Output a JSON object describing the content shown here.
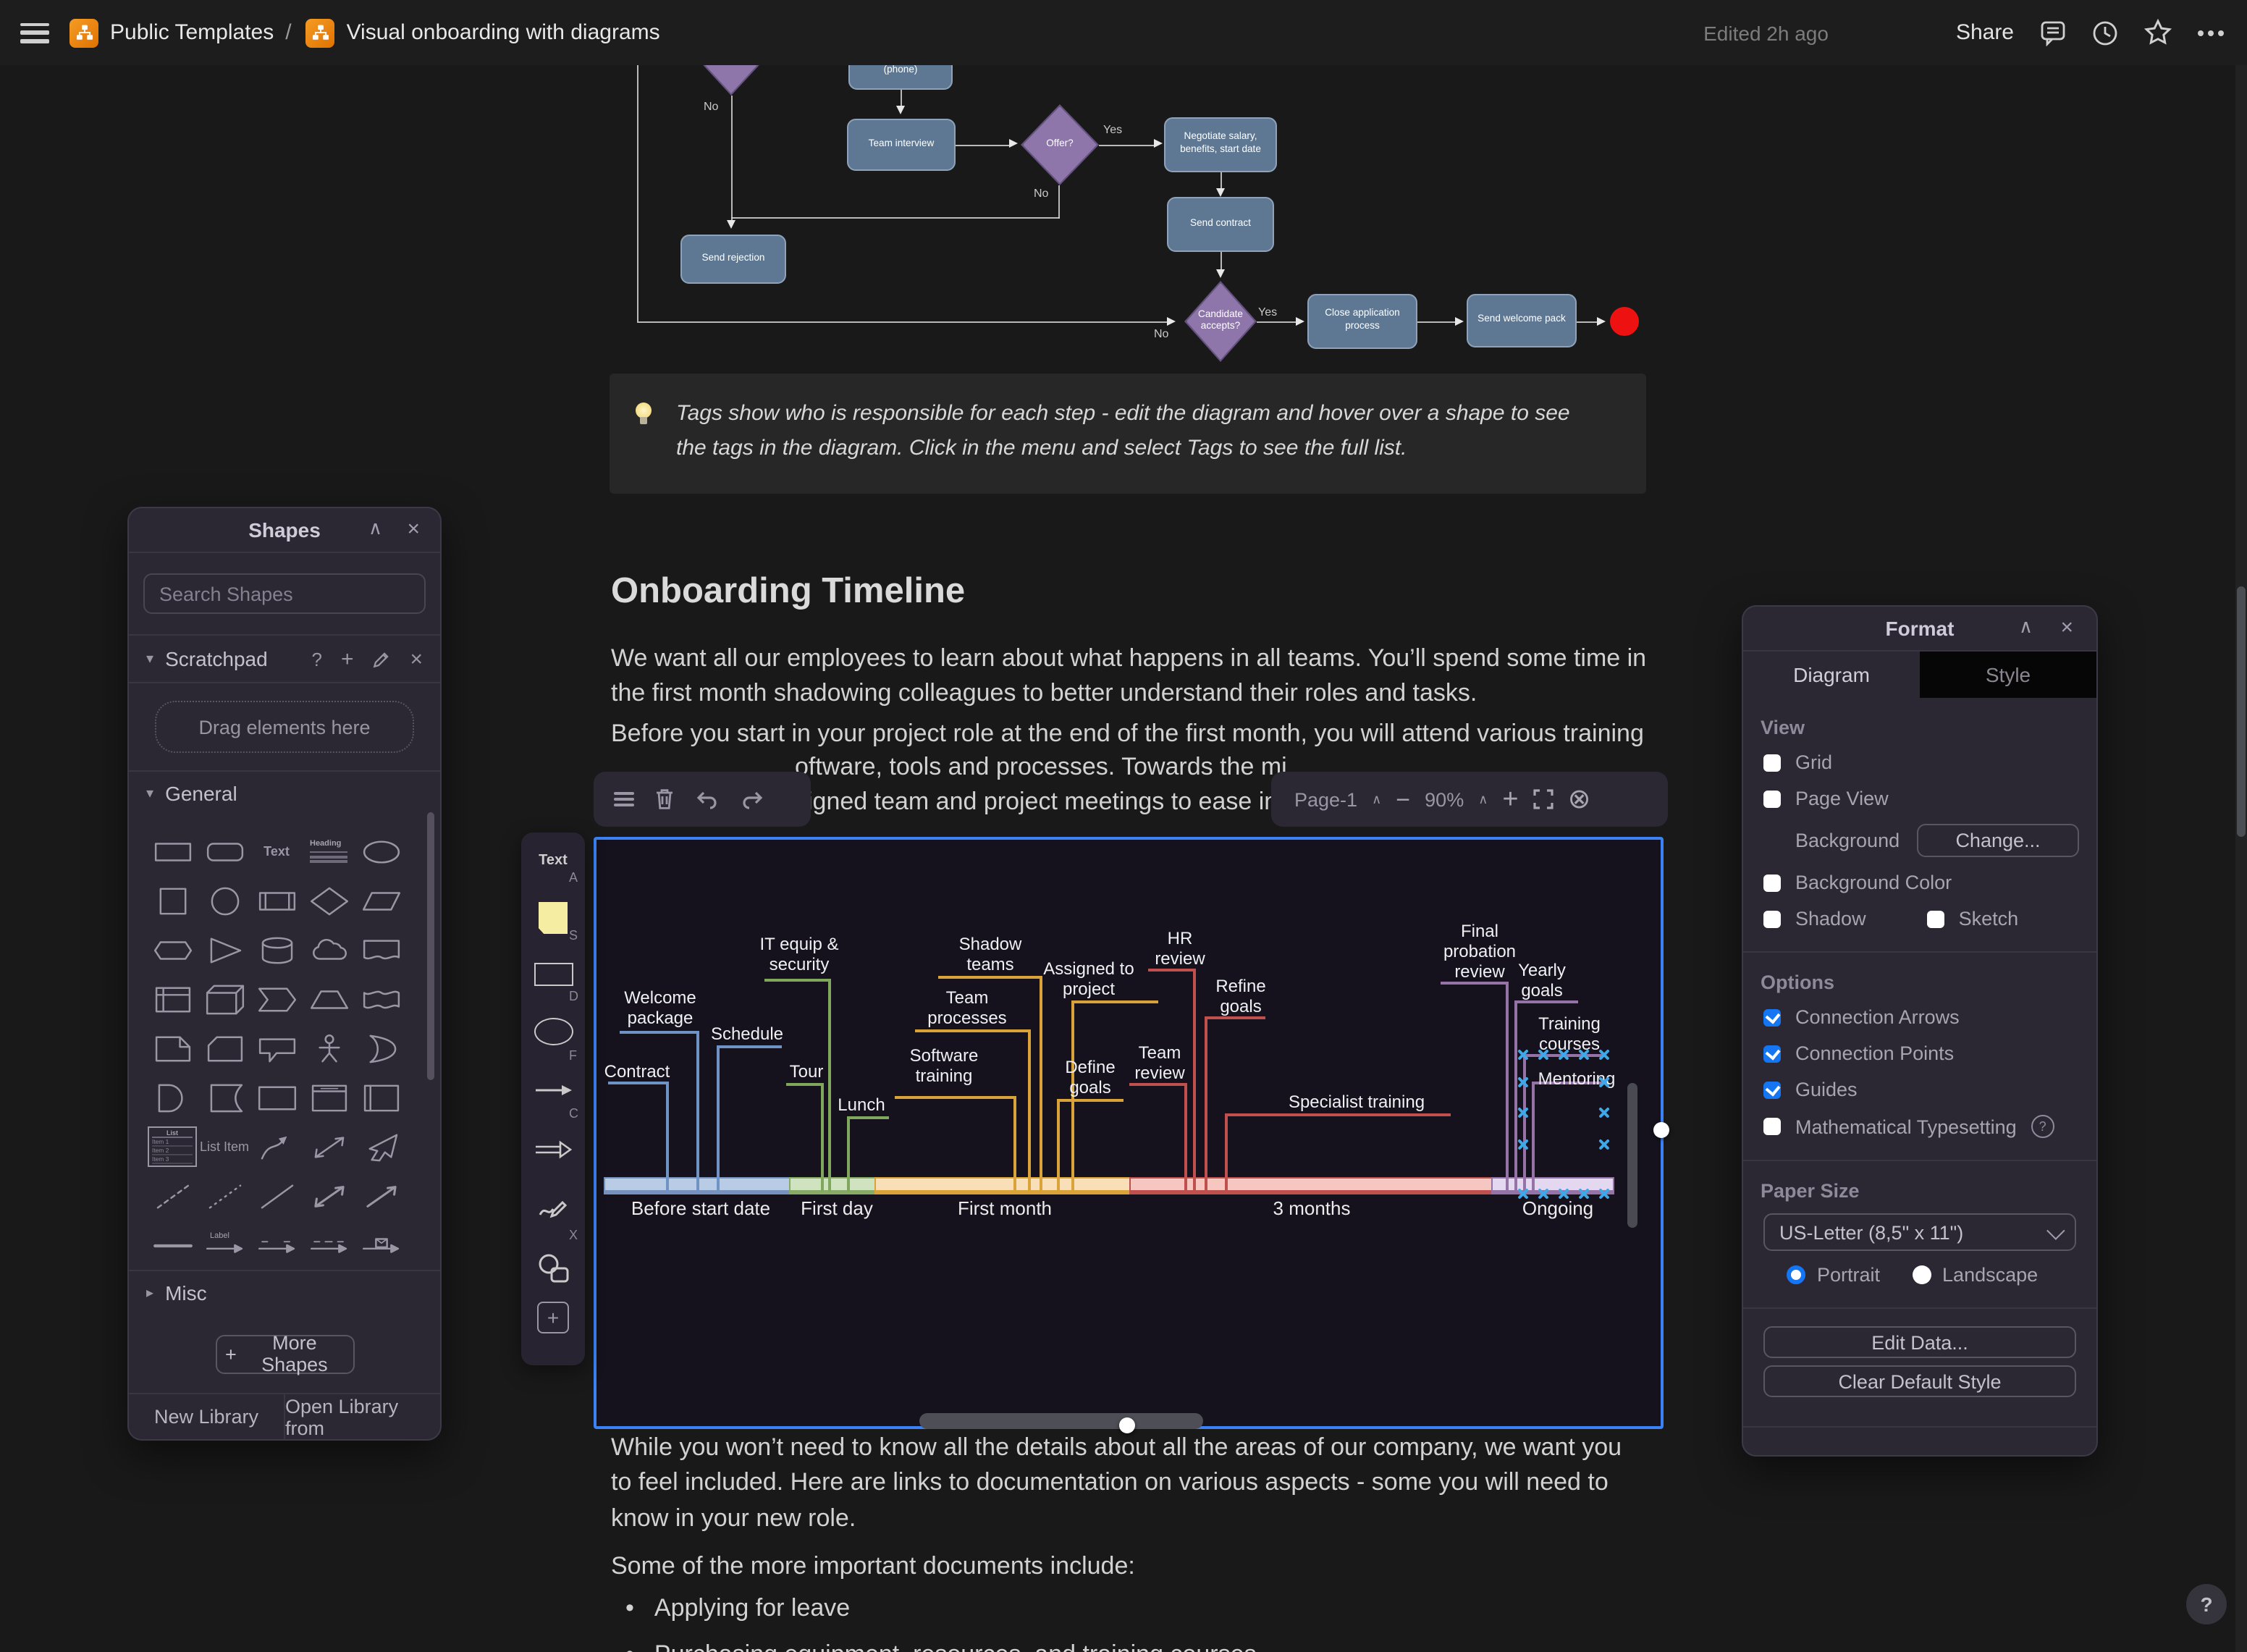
{
  "topbar": {
    "breadcrumb_folder": "Public Templates",
    "separator": "/",
    "breadcrumb_doc": "Visual onboarding with diagrams",
    "edited": "Edited 2h ago",
    "share": "Share"
  },
  "icons": {
    "collapse": "∧",
    "close": "×",
    "chevron_down": "▾",
    "chevron_right": "▸",
    "help": "?",
    "plus": "+",
    "minus": "−",
    "caret_up": "∧",
    "close_circle": "⊗",
    "bullet": "•"
  },
  "flowchart": {
    "phone": "(phone)",
    "team_interview": "Team interview",
    "offer": "Offer?",
    "negotiate": "Negotiate salary, benefits, start date",
    "send_contract": "Send contract",
    "send_rejection": "Send rejection",
    "candidate_accepts": "Candidate accepts?",
    "close_application": "Close application process",
    "send_welcome": "Send welcome pack",
    "yes_offer": "Yes",
    "no_offer": "No",
    "no_candidate_top": "No",
    "yes_accepts": "Yes",
    "no_accepts": "No"
  },
  "tip": {
    "text": "Tags show who is responsible for each step - edit the diagram and hover over a shape to see the tags in the diagram. Click in the menu and select Tags to see the full list."
  },
  "doc": {
    "heading": "Onboarding Timeline",
    "p1": "We want all our employees to learn about what happens in all teams. You’ll spend some time in the first month shadowing colleagues to better understand their roles and tasks.",
    "p2_line1": "Before you start in your project role at the end of the first month, you will attend various training",
    "p2_frag1": "oftware, tools and processes. Towards the mi",
    "p2_frag2": "signed team and project meetings to ease int",
    "p3": "While you won’t need to know all the details about all the areas of our company, we want you to feel included. Here are links to documentation on various aspects - some you will need to know in your new role.",
    "p4": "Some of the more important documents include:",
    "bullet1": "Applying for leave",
    "bullet2": "Purchasing equipment, resources, and training courses"
  },
  "viewer": {
    "page": "Page-1",
    "zoom": "90%"
  },
  "palette": {
    "text_label": "Text",
    "shortcut_text": "A",
    "shortcut_note": "S",
    "shortcut_rect": "D",
    "shortcut_ellipse": "F",
    "shortcut_arrow": "C",
    "shortcut_freehand": "X"
  },
  "chart_data": {
    "type": "timeline",
    "title": "Onboarding Timeline",
    "segments": [
      {
        "label": "Before start date",
        "color": "#b9cce6",
        "line_color": "#6f93c4",
        "items": [
          "Contract",
          "Welcome package",
          "Schedule"
        ]
      },
      {
        "label": "First day",
        "color": "#cfe3c1",
        "line_color": "#7fa85c",
        "items": [
          "Tour",
          "IT equip & security",
          "Lunch"
        ]
      },
      {
        "label": "First month",
        "color": "#f8dfb8",
        "line_color": "#d9a33a",
        "items": [
          "Software training",
          "Team processes",
          "Shadow teams",
          "Assigned to project",
          "Define goals"
        ]
      },
      {
        "label": "3 months",
        "color": "#f6c6c1",
        "line_color": "#c0504d",
        "items": [
          "Team review",
          "HR review",
          "Refine goals",
          "Specialist training"
        ]
      },
      {
        "label": "Ongoing",
        "color": "#e4d8f0",
        "line_color": "#9673a6",
        "items": [
          "Final probation review",
          "Yearly goals",
          "Training courses",
          "Mentoring"
        ]
      }
    ]
  },
  "shapes_panel": {
    "title": "Shapes",
    "search_placeholder": "Search Shapes",
    "scratchpad": "Scratchpad",
    "drag_here": "Drag elements here",
    "general": "General",
    "misc": "Misc",
    "more_shapes": "More Shapes",
    "new_library": "New Library",
    "open_library": "Open Library from",
    "grid": [
      "rectangle",
      "rounded-rectangle",
      "text",
      "heading",
      "ellipse",
      "square",
      "circle",
      "process",
      "diamond",
      "parallelogram",
      "hexagon",
      "triangle",
      "cylinder",
      "cloud",
      "document",
      "internal-storage",
      "cube",
      "step",
      "trapezoid",
      "tape",
      "note",
      "card",
      "callout",
      "actor",
      "or",
      "and",
      "data-storage",
      "container",
      "vertical-container",
      "horizontal-container",
      "list",
      "list-item",
      "curved-arrow",
      "bidirectional-arrow",
      "pointer-arrow",
      "dashed-line",
      "dotted-line",
      "line",
      "double-arrow",
      "diagonal-arrow",
      "horizontal-line",
      "label-arrow",
      "link-edge",
      "annotated-edge",
      "mail-edge"
    ],
    "grid_labels": {
      "text": "Text",
      "heading": "Heading",
      "list": "List",
      "list_item": "List Item",
      "label": "Label",
      "item1": "Item 1",
      "item2": "Item 2",
      "item3": "Item 3"
    }
  },
  "format_panel": {
    "title": "Format",
    "tab_diagram": "Diagram",
    "tab_style": "Style",
    "view": "View",
    "grid": "Grid",
    "page_view": "Page View",
    "background": "Background",
    "change": "Change...",
    "background_color": "Background Color",
    "shadow": "Shadow",
    "sketch": "Sketch",
    "options": "Options",
    "connection_arrows": "Connection Arrows",
    "connection_points": "Connection Points",
    "guides": "Guides",
    "math": "Mathematical Typesetting",
    "paper_size": "Paper Size",
    "paper_value": "US-Letter (8,5\" x 11\")",
    "portrait": "Portrait",
    "landscape": "Landscape",
    "edit_data": "Edit Data...",
    "clear_default": "Clear Default Style"
  },
  "help": {
    "label": "?"
  }
}
